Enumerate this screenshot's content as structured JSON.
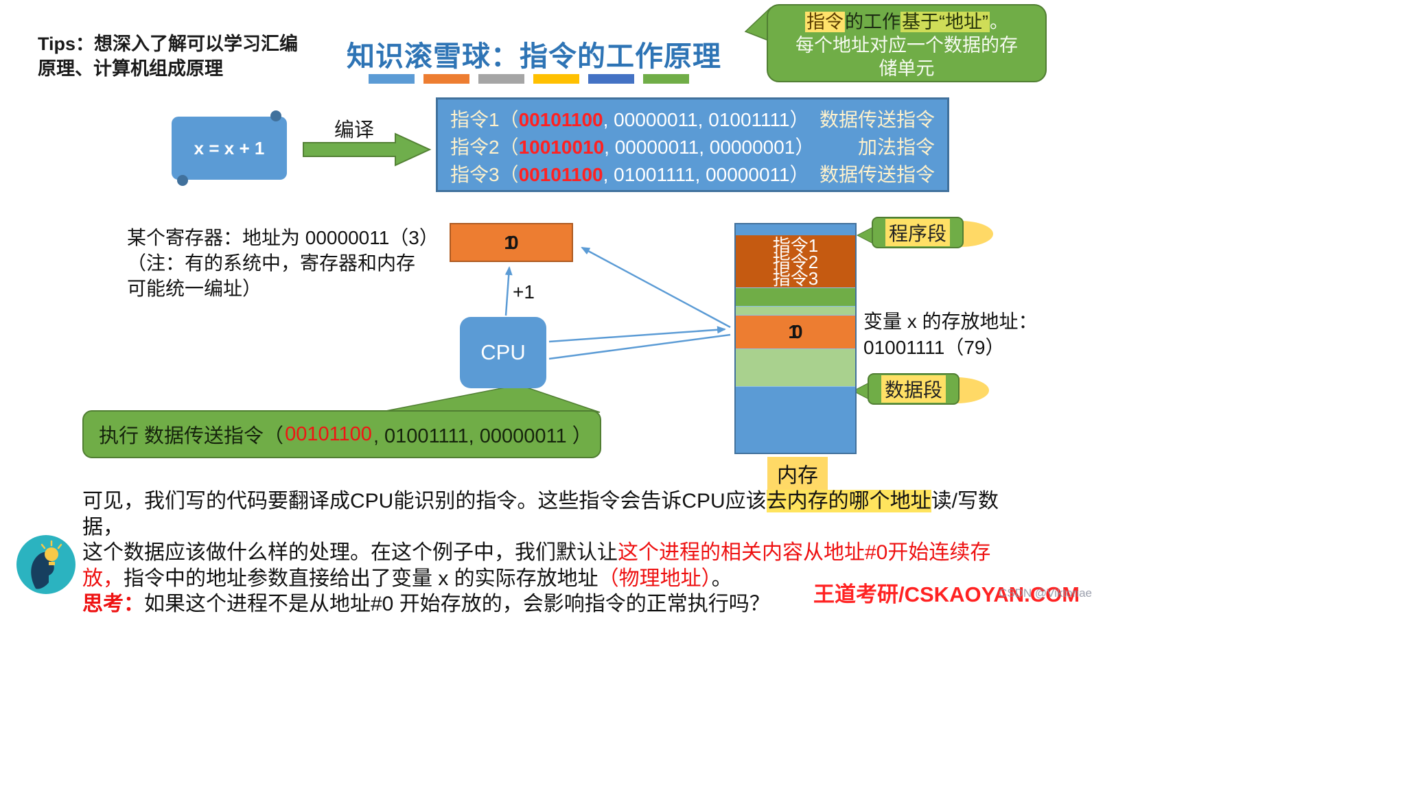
{
  "tips": {
    "label": "Tips：",
    "line1": "想深入了解可以学习汇编",
    "line2": "原理、计算机组成原理"
  },
  "title": "知识滚雪球：指令的工作原理",
  "title_bar_colors": [
    "#5B9BD5",
    "#ED7D31",
    "#A5A5A5",
    "#FFC000",
    "#4472C4",
    "#70AD47"
  ],
  "address_note": {
    "hl1": "指令",
    "t1": "的工作",
    "hl2": "基于“地址”",
    "t2": "。",
    "line2": "每个地址对应一个数据的存",
    "line3": "储单元"
  },
  "source": {
    "code": "x = x + 1",
    "compile_label": "编译"
  },
  "instructions": {
    "rows": [
      {
        "label": "指令1（",
        "opcode": "00101100",
        "operands": ", 00000011, 01001111）",
        "type": "数据传送指令"
      },
      {
        "label": "指令2（",
        "opcode": "10010010",
        "operands": ", 00000011, 00000001）",
        "type": "加法指令"
      },
      {
        "label": "指令3（",
        "opcode": "00101100",
        "operands": ", 01001111, 00000011）",
        "type": "数据传送指令"
      }
    ]
  },
  "register": {
    "note1": "某个寄存器：地址为 00000011（3）",
    "note2": "（注：有的系统中，寄存器和内存",
    "note3": "可能统一编址）",
    "new_value": "1",
    "old_value": "0",
    "increment": "+1"
  },
  "cpu": {
    "label": "CPU"
  },
  "memory": {
    "program_rows": [
      "指令1",
      "指令2",
      "指令3"
    ],
    "new_value": "1",
    "old_value": "0",
    "label": "内存",
    "program_segment_label": "程序段",
    "data_segment_label": "数据段"
  },
  "var_x": {
    "line1": "变量 x 的存放地址：",
    "line2": "01001111（79）"
  },
  "exec_note": {
    "pre": "执行 数据传送指令（ ",
    "opcode": "00101100",
    "post": ", 01001111, 00000011 ）"
  },
  "paragraph": {
    "l1a": "可见，我们写的代码要翻译成CPU能识别的指令。这些指令会告诉CPU应该",
    "l1hl": "去内存的哪个地址",
    "l1b": "读/写数据，",
    "l2a": "这个数据应该做什么样的处理。在这个例子中，我们默认让",
    "l2red": "这个进程的相关内容从地址#0开始连续存",
    "l3red1": "放，",
    "l3a": "指令中的地址参数直接给出了变量 x 的实际存放地址",
    "l3red2": "（物理地址）",
    "l3b": "。",
    "l4red": "思考：",
    "l4a": "如果这个进程不是从地址#0 开始存放的，会影响指令的正常执行吗？"
  },
  "footer": {
    "brand": "王道考研/CSKAOYAN.COM",
    "watermark": "CSDN @Viktoriae"
  },
  "colors": {
    "box_blue": "#5B9BD5",
    "dark_orange": "#C55A11",
    "orange": "#ED7D31",
    "green": "#70AD47",
    "light_green": "#A9D18E",
    "title_blue": "#2E74B5",
    "red": "#EE1111",
    "highlight_yellow": "#FFD966"
  }
}
